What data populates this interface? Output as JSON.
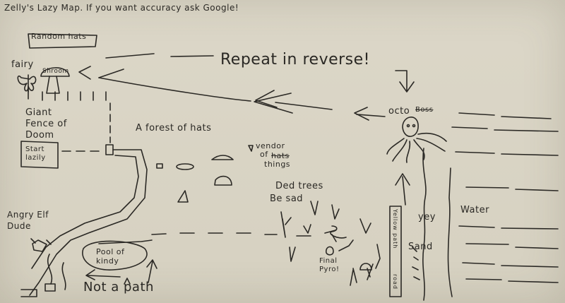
{
  "title": "Zelly's Lazy Map. If you want accuracy ask Google!",
  "labels": {
    "random_hats": "Random hats",
    "fairy": "fairy",
    "shroom": "Shroom",
    "repeat": "Repeat in reverse!",
    "giant_fence": "Giant Fence of Doom",
    "forest_of_hats": "A forest of hats",
    "vendor_line1": "vendor",
    "vendor_of": "of",
    "vendor_hats": "hats",
    "vendor_things": "things",
    "start_lazily": "Start lazily",
    "octo": "octo",
    "boss": "Boss",
    "dead_trees": "Ded trees",
    "be_sad": "Be sad",
    "angry_elf_dude": "Angry Elf Dude",
    "pool_of_kindy": "Pool of kindy",
    "not_a_path": "Not a path",
    "final_pyro": "Final Pyro!",
    "yellow_path": "Yellow path",
    "road": "road",
    "yey": "yey",
    "sand": "Sand",
    "water": "Water"
  },
  "colors": {
    "paper": "#d8d3c3",
    "ink": "#2b2925"
  }
}
